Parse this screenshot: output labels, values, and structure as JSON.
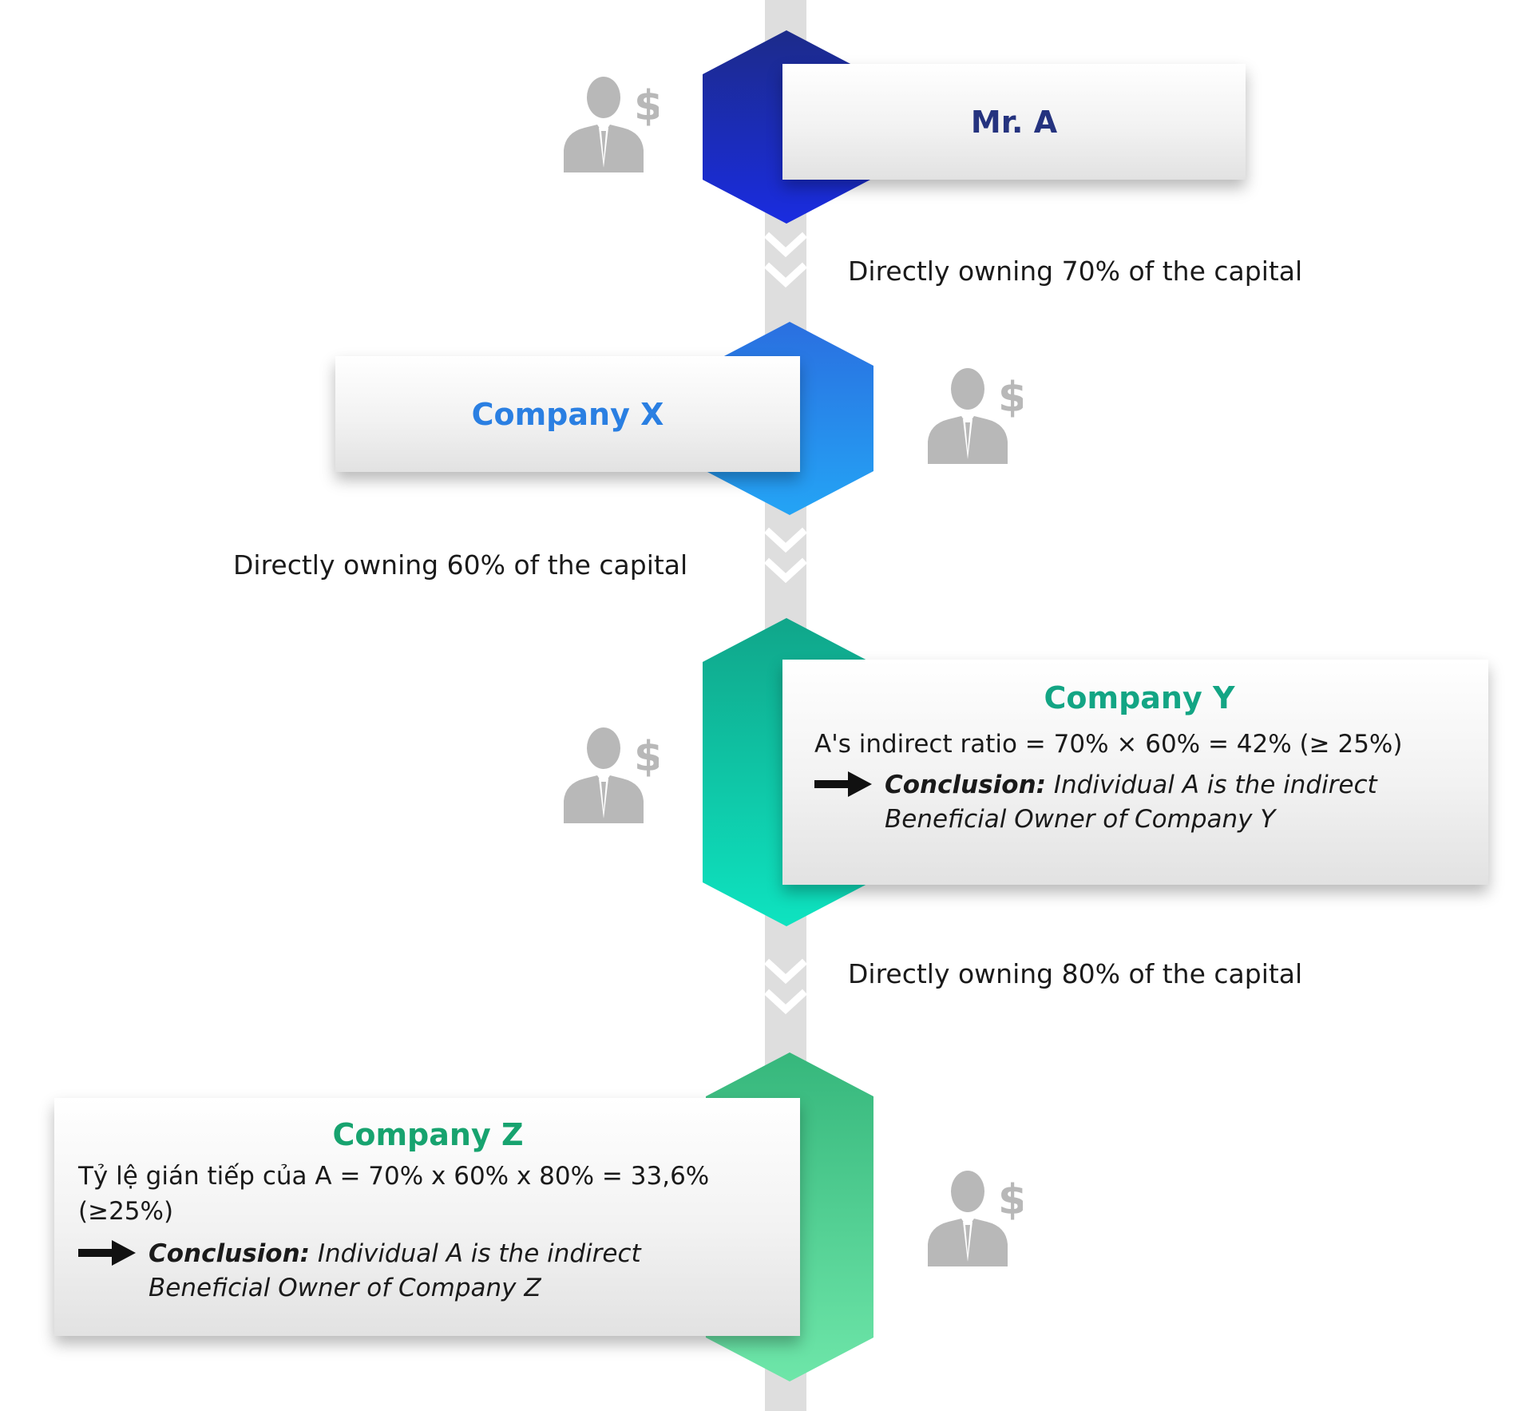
{
  "nodes": {
    "mr_a": {
      "title": "Mr. A",
      "color": "#25337f"
    },
    "company_x": {
      "title": "Company X",
      "color": "#2a7fe2"
    },
    "company_y": {
      "title": "Company Y",
      "color": "#13a584",
      "formula": "A's indirect ratio = 70% × 60% = 42% (≥ 25%)",
      "conclusion_label": "Conclusion:",
      "conclusion_text": "Individual A is the indirect Beneficial Owner of Company Y"
    },
    "company_z": {
      "title": "Company Z",
      "color": "#17a36f",
      "formula": "Tỷ lệ gián tiếp của A = 70% x 60% x 80% = 33,6% (≥25%)",
      "conclusion_label": "Conclusion:",
      "conclusion_text": "Individual A is the indirect Beneficial Owner of Company Z"
    }
  },
  "edges": [
    {
      "label": "Directly owning 70% of the capital"
    },
    {
      "label": "Directly owning 60% of the capital"
    },
    {
      "label": "Directly owning 80% of the capital"
    }
  ],
  "icons": {
    "person": "businessman-dollar-icon",
    "arrow": "arrow-right-icon",
    "connector": "chevron-down-icon"
  },
  "colors": {
    "spine": "#dedede",
    "icon_gray": "#b8b8b8",
    "hex_a": [
      "#1c2b8a",
      "#1a2ce0"
    ],
    "hex_x": [
      "#2a6fe0",
      "#24a4f5"
    ],
    "hex_y": [
      "#10a68a",
      "#0ee3c0"
    ],
    "hex_z": [
      "#36b77c",
      "#6ee6a9"
    ]
  }
}
